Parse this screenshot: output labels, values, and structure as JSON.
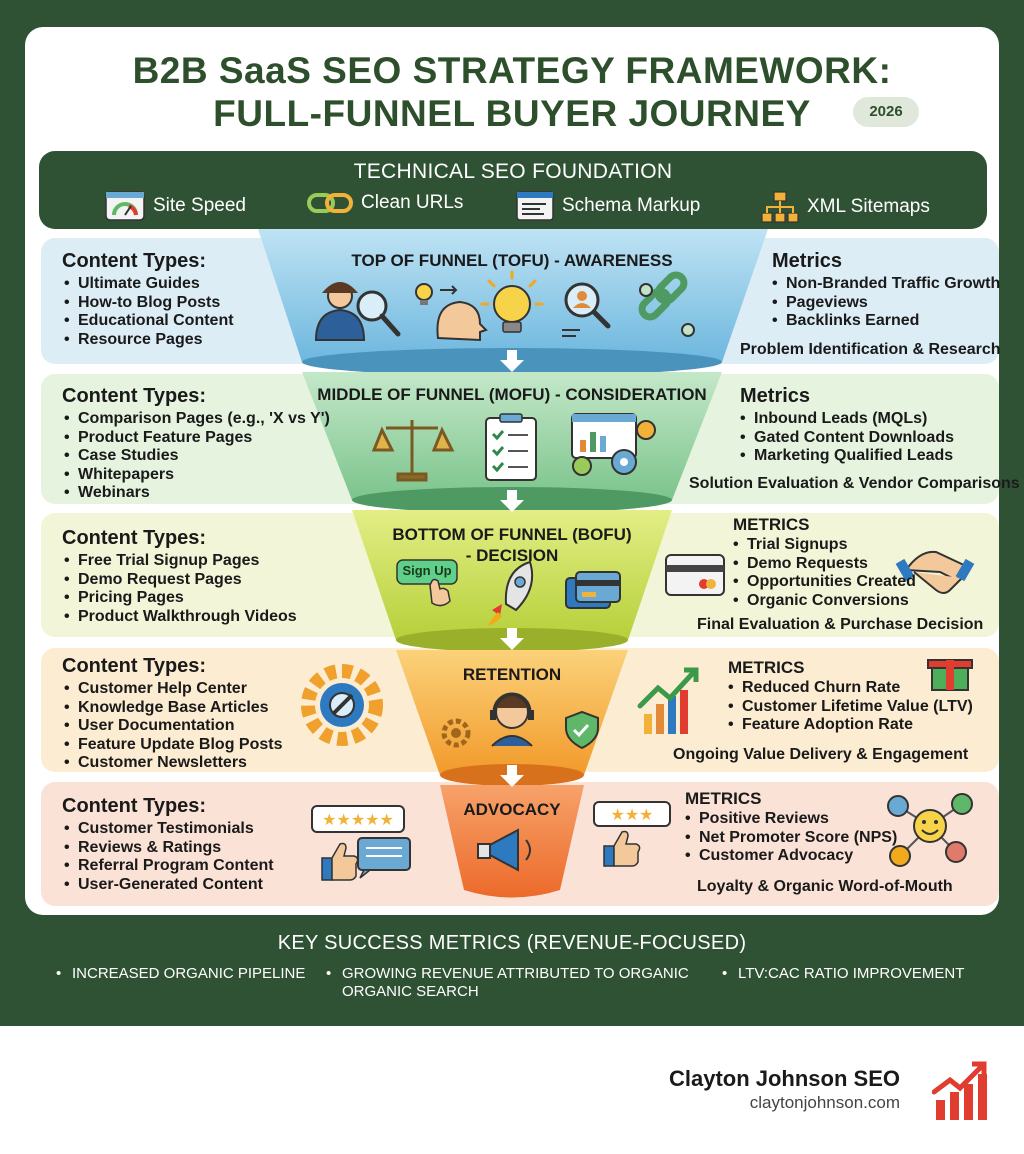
{
  "title": {
    "line1": "B2B SaaS SEO STRATEGY FRAMEWORK:",
    "line2": "FULL-FUNNEL BUYER JOURNEY",
    "year": "2026"
  },
  "technical": {
    "title": "TECHNICAL SEO FOUNDATION",
    "items": [
      {
        "label": "Site Speed",
        "icon": "speedometer-icon"
      },
      {
        "label": "Clean URLs",
        "icon": "link-icon"
      },
      {
        "label": "Schema Markup",
        "icon": "code-window-icon"
      },
      {
        "label": "XML Sitemaps",
        "icon": "sitemap-icon"
      }
    ]
  },
  "stages": [
    {
      "title": "TOP OF FUNNEL (TOFU) - AWARENESS",
      "content_heading": "Content Types:",
      "content": [
        "Ultimate Guides",
        "How-to Blog Posts",
        "Educational Content",
        "Resource Pages"
      ],
      "metrics_heading": "Metrics",
      "metrics": [
        "Non-Branded Traffic Growth",
        "Pageviews",
        "Backlinks Earned"
      ],
      "caption": "Problem Identification & Research"
    },
    {
      "title": "MIDDLE OF FUNNEL (MOFU) - CONSIDERATION",
      "content_heading": "Content Types:",
      "content": [
        "Comparison Pages (e.g., 'X vs Y')",
        "Product Feature Pages",
        "Case Studies",
        "Whitepapers",
        "Webinars"
      ],
      "metrics_heading": "Metrics",
      "metrics": [
        "Inbound Leads (MQLs)",
        "Gated Content Downloads",
        "Marketing Qualified Leads"
      ],
      "caption": "Solution Evaluation & Vendor Comparisons"
    },
    {
      "title_line1": "BOTTOM OF FUNNEL (BOFU)",
      "title_line2": "- DECISION",
      "content_heading": "Content Types:",
      "content": [
        "Free Trial Signup Pages",
        "Demo Request Pages",
        "Pricing Pages",
        "Product Walkthrough Videos"
      ],
      "metrics_heading": "METRICS",
      "metrics": [
        "Trial Signups",
        "Demo Requests",
        "Opportunities Created",
        "Organic Conversions"
      ],
      "caption": "Final Evaluation & Purchase Decision",
      "button_label": "Sign Up"
    },
    {
      "title": "RETENTION",
      "content_heading": "Content Types:",
      "content": [
        "Customer Help Center",
        "Knowledge Base Articles",
        "User Documentation",
        "Feature Update Blog Posts",
        "Customer Newsletters"
      ],
      "metrics_heading": "METRICS",
      "metrics": [
        "Reduced Churn Rate",
        "Customer Lifetime Value (LTV)",
        "Feature Adoption Rate"
      ],
      "caption": "Ongoing Value Delivery & Engagement"
    },
    {
      "title": "ADVOCACY",
      "content_heading": "Content Types:",
      "content": [
        "Customer Testimonials",
        "Reviews & Ratings",
        "Referral Program Content",
        "User-Generated Content"
      ],
      "metrics_heading": "METRICS",
      "metrics": [
        "Positive Reviews",
        "Net Promoter Score (NPS)",
        "Customer Advocacy"
      ],
      "caption": "Loyalty & Organic Word-of-Mouth"
    }
  ],
  "kpis": {
    "title": "KEY SUCCESS METRICS (REVENUE-FOCUSED)",
    "items": [
      "INCREASED ORGANIC PIPELINE",
      "GROWING REVENUE ATTRIBUTED TO ORGANIC",
      "ORGANIC SEARCH",
      "LTV:CAC RATIO IMPROVEMENT"
    ]
  },
  "brand": {
    "name": "Clayton Johnson SEO",
    "url": "claytonjohnson.com"
  },
  "colors": {
    "dark_green": "#2f5234",
    "tofu": "#7fc3e6",
    "mofu": "#8fd0a0",
    "bofu": "#c5dc52",
    "retention": "#f5ae3a",
    "advocacy": "#f27a3a",
    "brand_red": "#e03c2f"
  }
}
